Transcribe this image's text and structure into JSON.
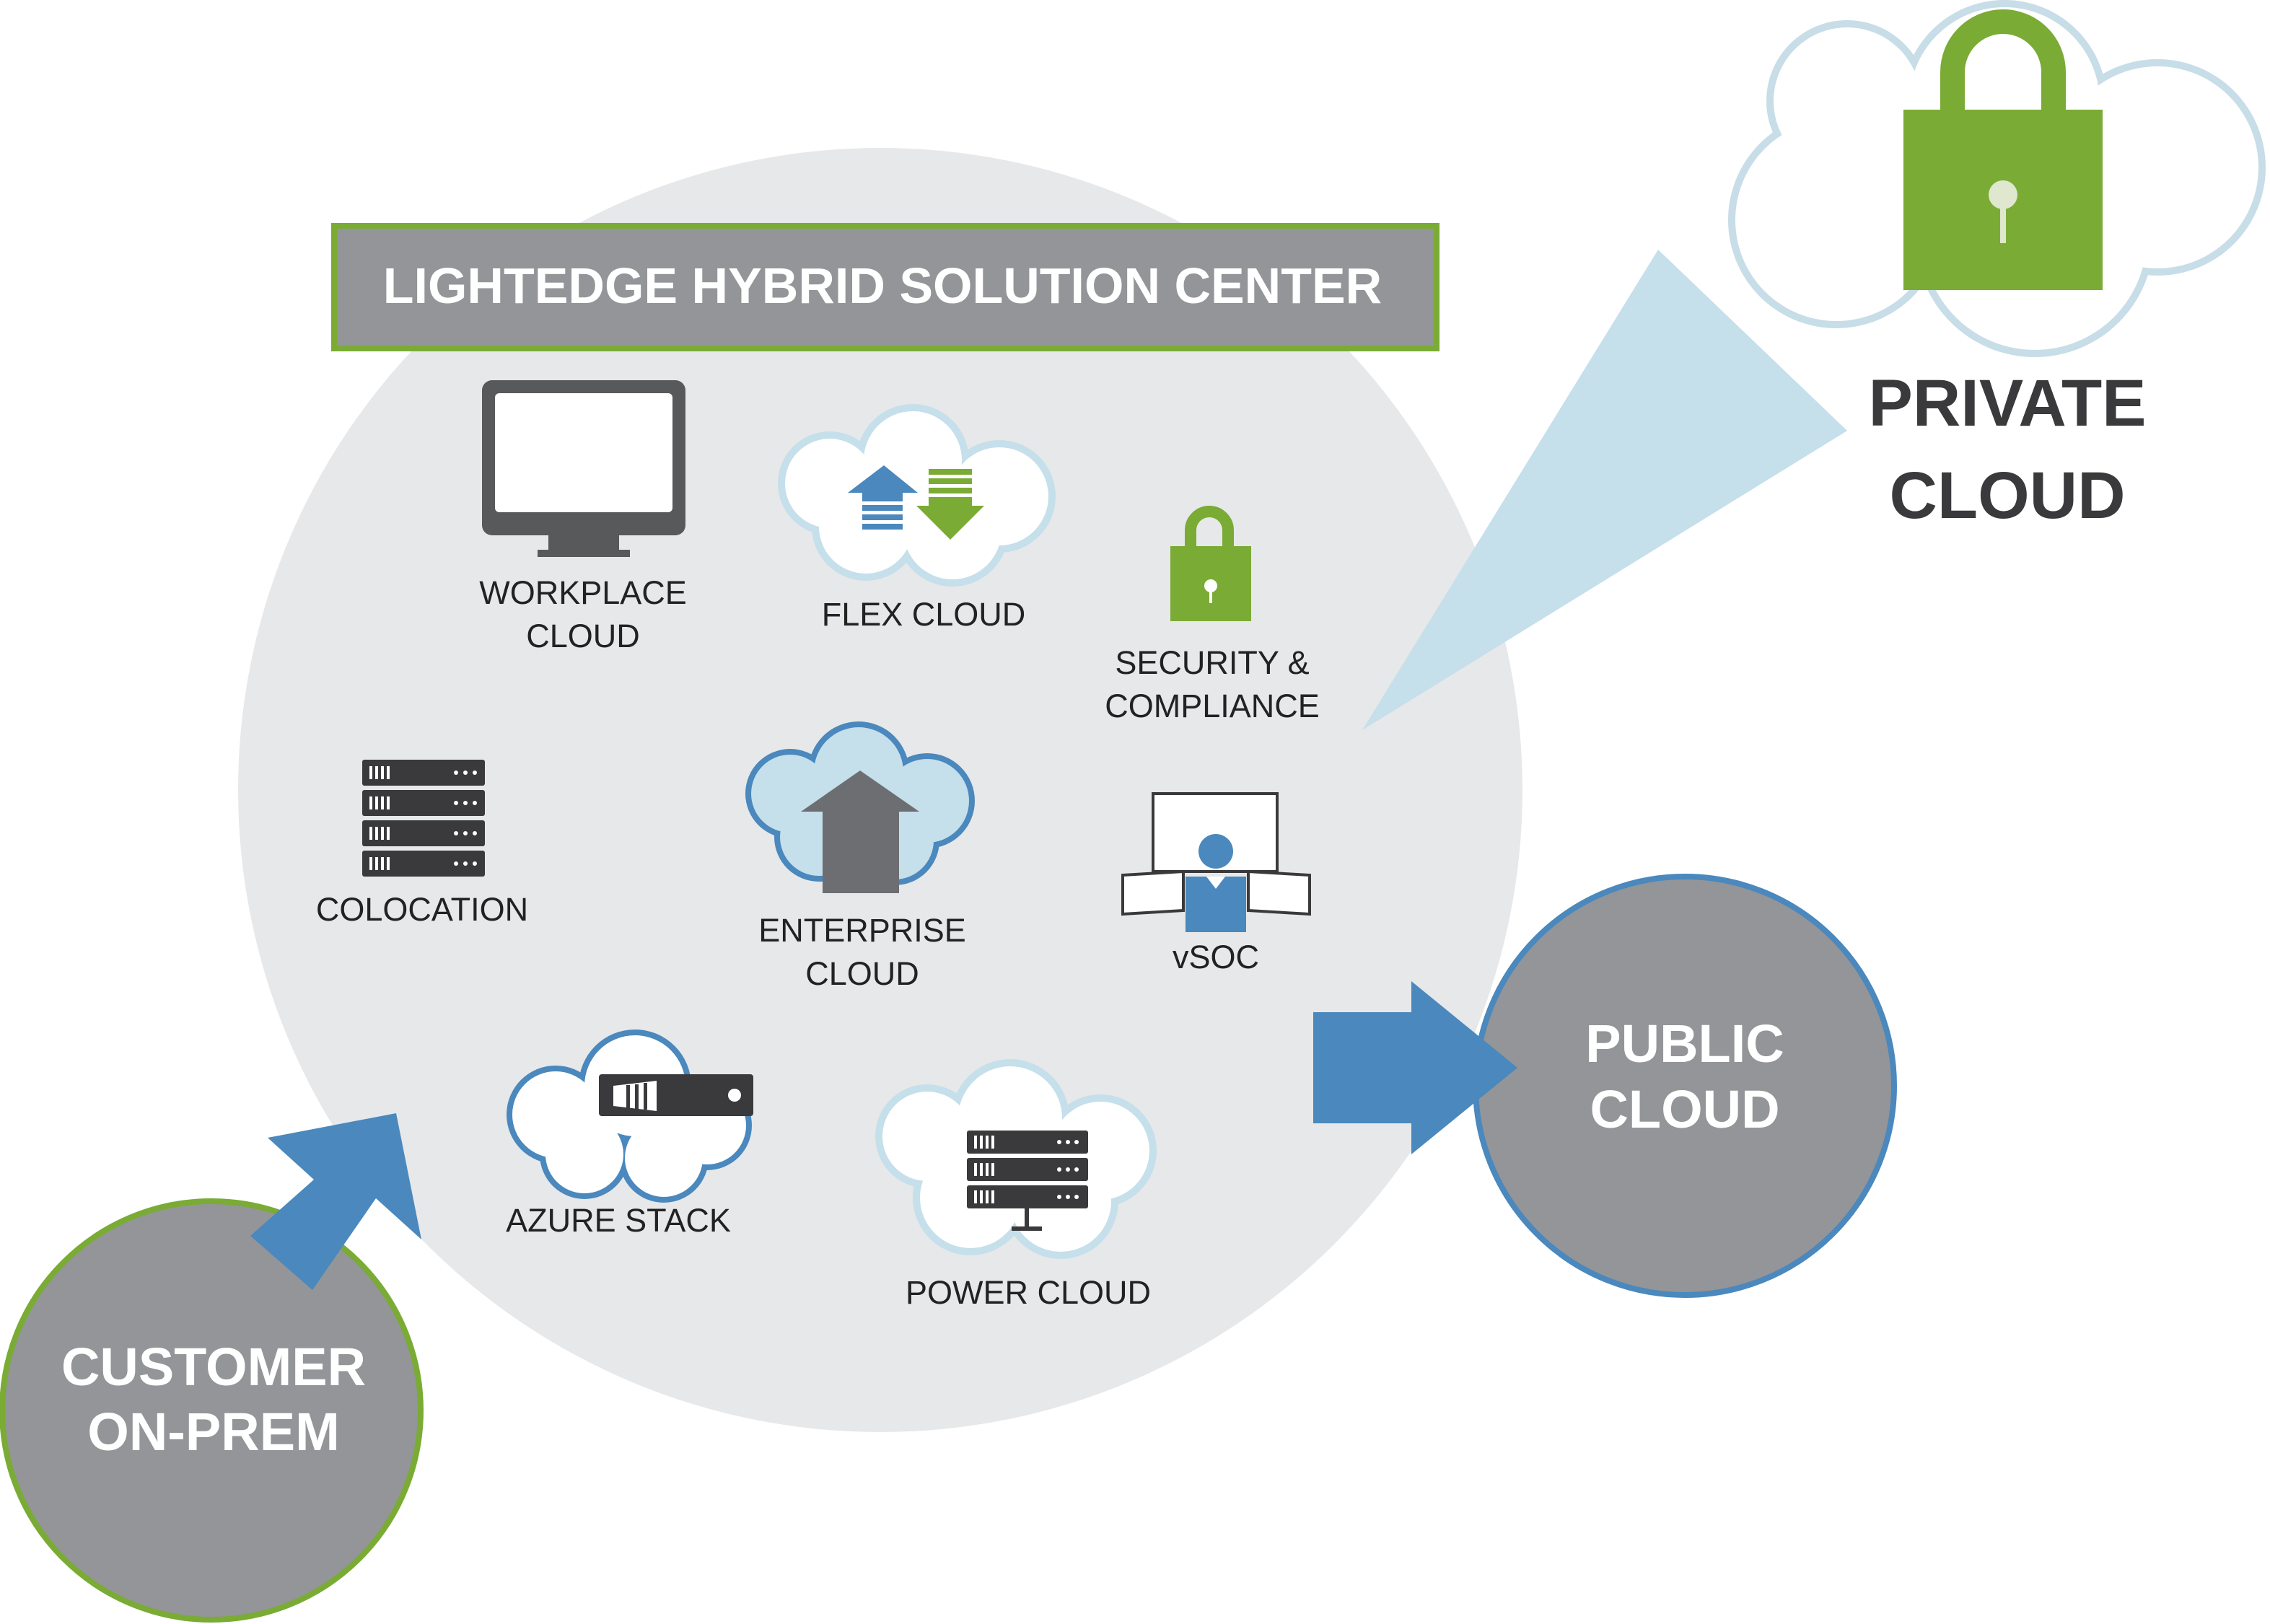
{
  "header": {
    "title": "LIGHTEDGE HYBRID SOLUTION CENTER"
  },
  "services": {
    "workplace": {
      "line1": "WORKPLACE",
      "line2": "CLOUD",
      "icon": "monitor-icon"
    },
    "flex": {
      "label": "FLEX CLOUD",
      "icon": "cloud-transfer-icon"
    },
    "security": {
      "line1": "SECURITY &",
      "line2": "COMPLIANCE",
      "icon": "padlock-icon"
    },
    "colocation": {
      "label": "COLOCATION",
      "icon": "server-rack-icon"
    },
    "enterprise": {
      "line1": "ENTERPRISE",
      "line2": "CLOUD",
      "icon": "cloud-upload-icon"
    },
    "vsoc": {
      "label": "vSOC",
      "icon": "operator-icon"
    },
    "azure": {
      "label": "AZURE STACK",
      "icon": "cloud-server-icon"
    },
    "power": {
      "label": "POWER CLOUD",
      "icon": "cloud-rack-icon"
    }
  },
  "nodes": {
    "private": {
      "line1": "PRIVATE",
      "line2": "CLOUD"
    },
    "public": {
      "line1": "PUBLIC",
      "line2": "CLOUD"
    },
    "customer": {
      "line1": "CUSTOMER",
      "line2": "ON-PREM"
    }
  },
  "colors": {
    "hub": "#e7e8e9",
    "gray": "#939598",
    "green": "#7aab34",
    "blue": "#4a88bd",
    "light_blue": "#c5dfeb",
    "dark": "#3a3a3c"
  }
}
